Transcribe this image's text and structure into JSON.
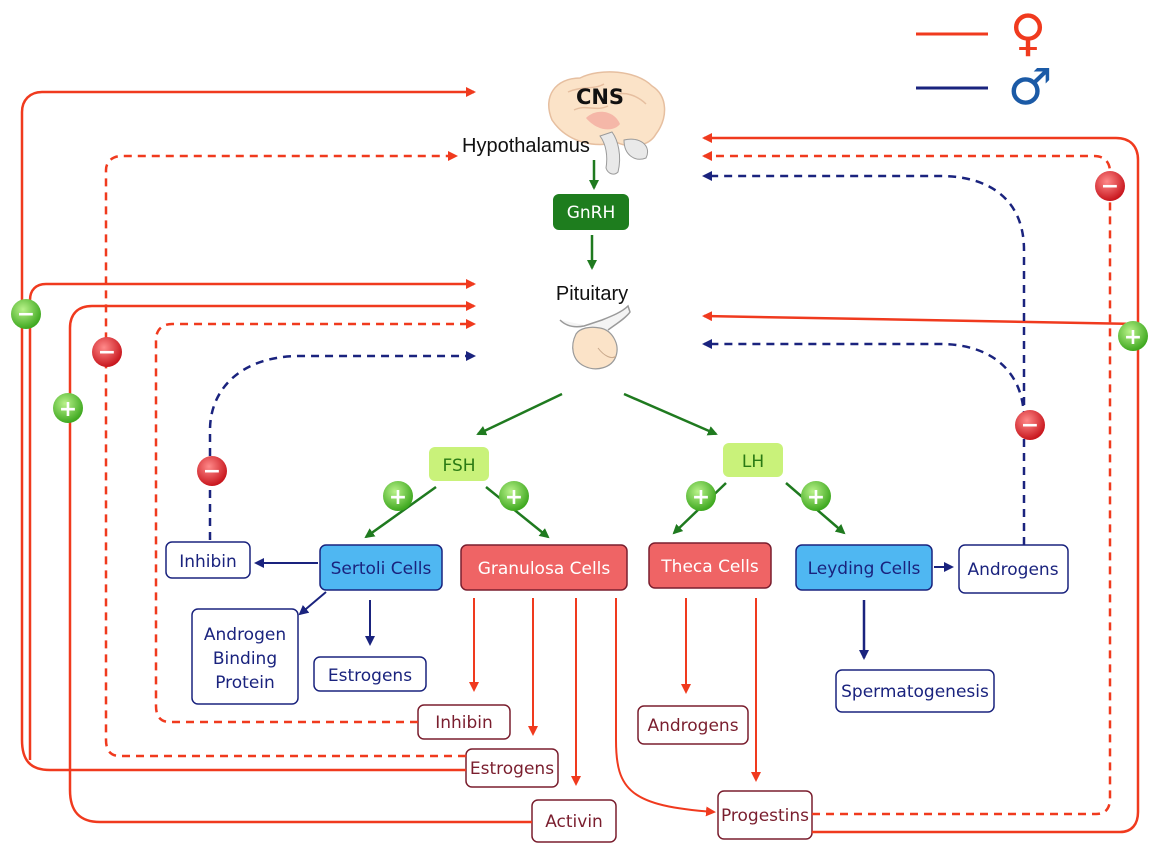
{
  "legend": {
    "female": {
      "symbol": "♀",
      "color": "#f03a1e"
    },
    "male": {
      "symbol": "♂",
      "color": "#1b5aa6"
    }
  },
  "colors": {
    "female_line": "#f03a1e",
    "male_line": "#1a237e",
    "stimulatory_line": "#1f7a1f",
    "gnrh_fill": "#1e7d1e",
    "hormone_fill": "#c9f27a",
    "male_cell_fill": "#4fb7f2",
    "female_cell_fill": "#ef6465",
    "product_female_text": "#7a1e2e",
    "product_male_text": "#1a237e"
  },
  "nodes": {
    "cns": "CNS",
    "hypothalamus": "Hypothalamus",
    "gnrh": "GnRH",
    "pituitary": "Pituitary",
    "fsh": "FSH",
    "lh": "LH",
    "sertoli": "Sertoli Cells",
    "granulosa": "Granulosa Cells",
    "theca": "Theca Cells",
    "leydig": "Leyding Cells",
    "inhibin_male": "Inhibin",
    "abp_line1": "Androgen",
    "abp_line2": "Binding",
    "abp_line3": "Protein",
    "estrogens_male": "Estrogens",
    "androgens_male": "Androgens",
    "spermatogenesis": "Spermatogenesis",
    "inhibin_female": "Inhibin",
    "estrogens_female": "Estrogens",
    "activin": "Activin",
    "androgens_female": "Androgens",
    "progestins": "Progestins"
  },
  "badges": {
    "plus": "+",
    "minus": "−"
  }
}
